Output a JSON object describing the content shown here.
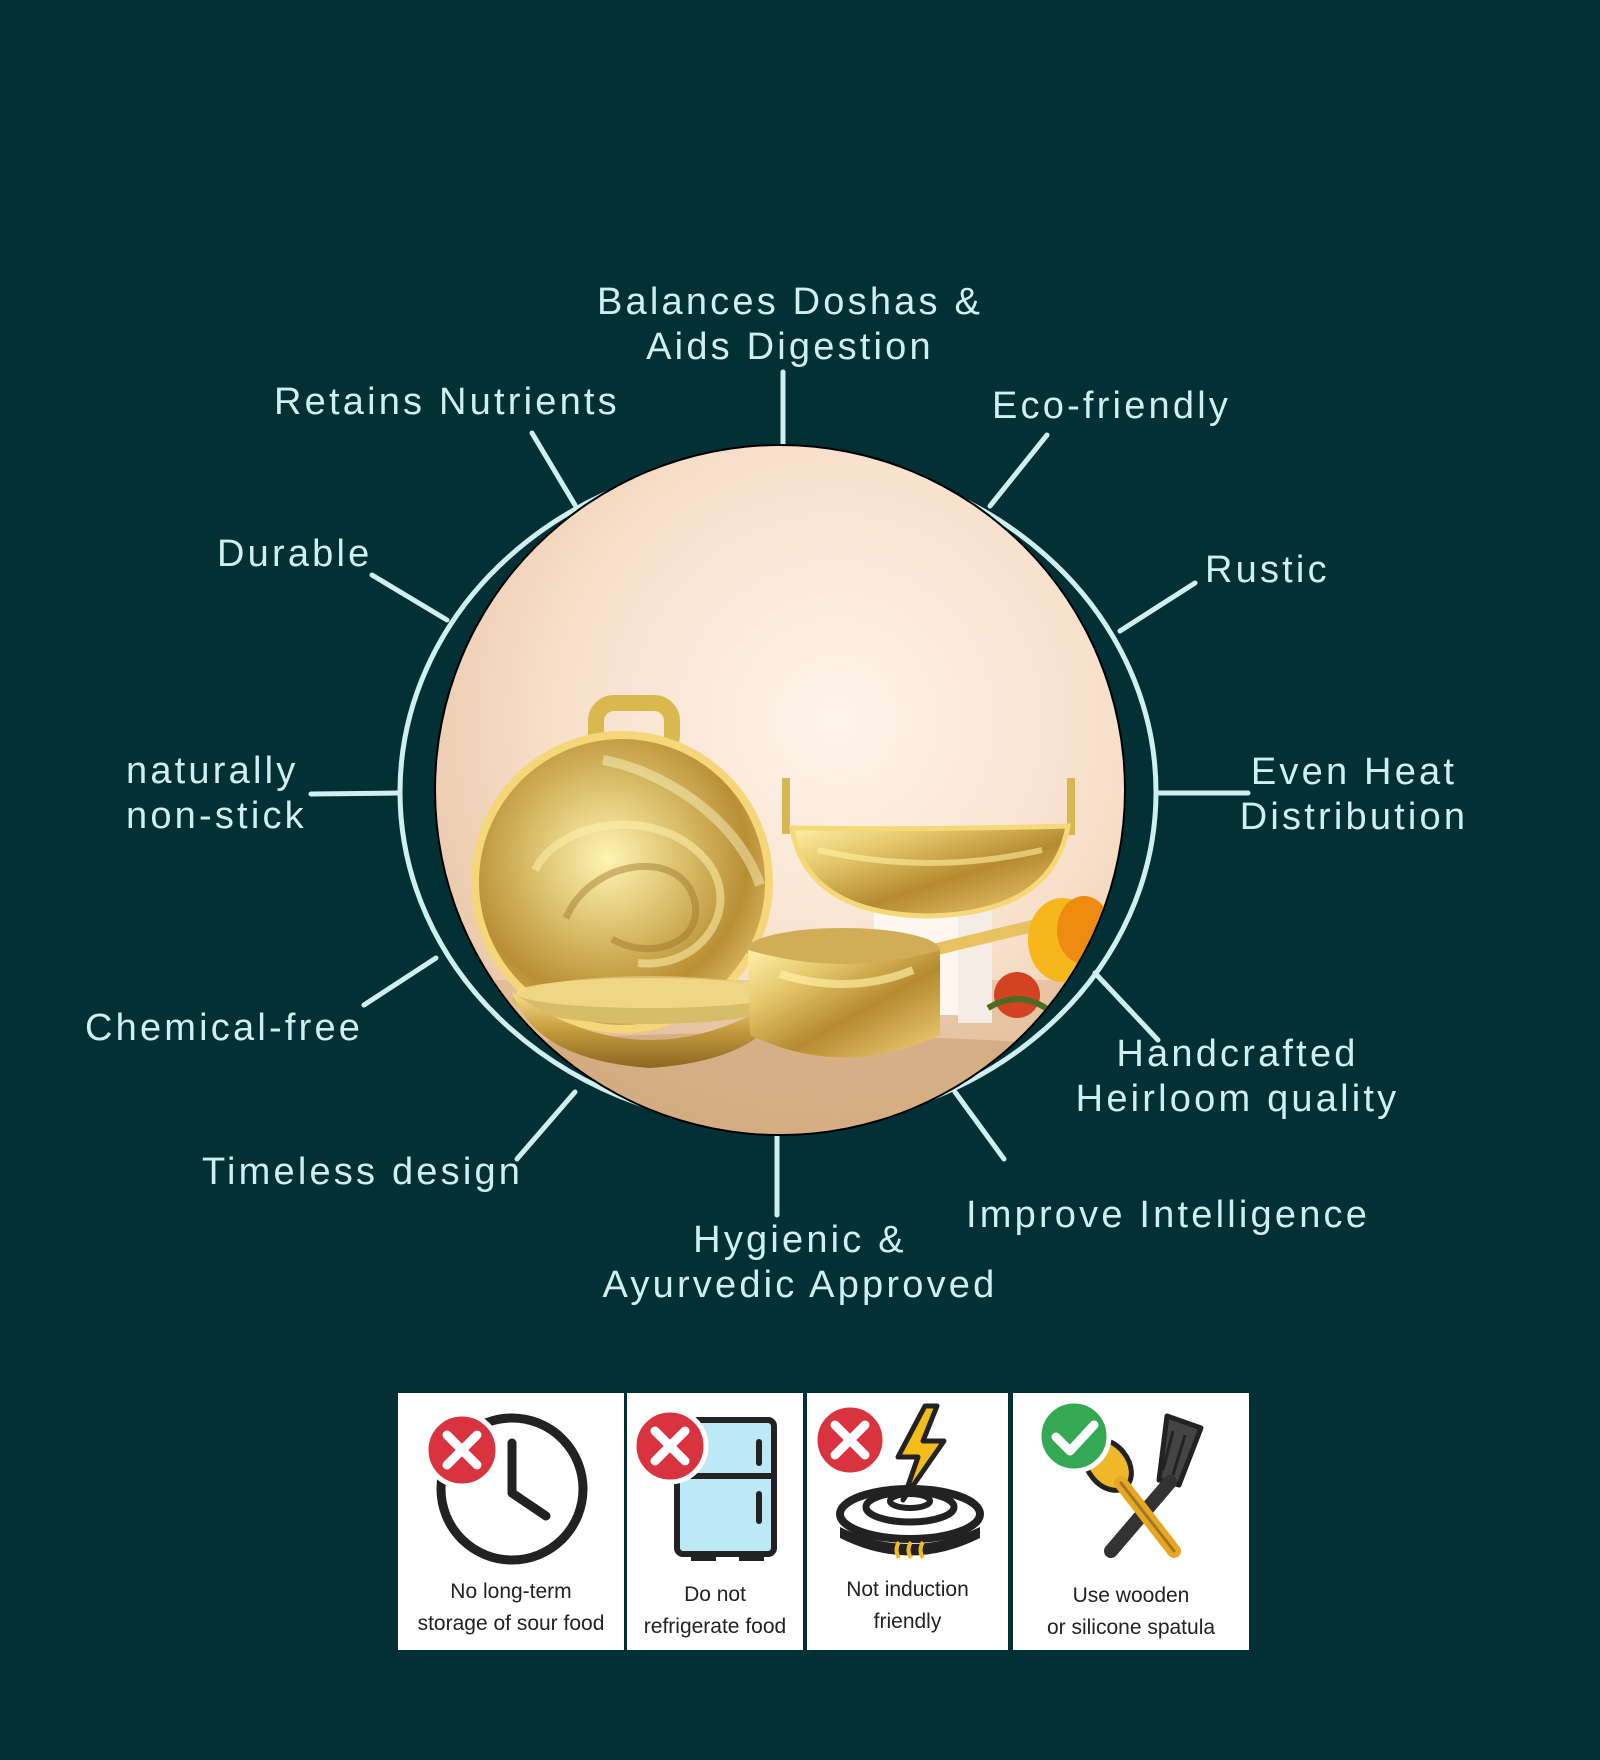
{
  "benefits": {
    "doshas": [
      "Balances Doshas &",
      "Aids Digestion"
    ],
    "nutrients": "Retains Nutrients",
    "eco": "Eco-friendly",
    "durable": "Durable",
    "rustic": "Rustic",
    "nonstick": [
      "naturally",
      "non-stick"
    ],
    "heat": [
      "Even Heat",
      "Distribution"
    ],
    "chemical": "Chemical-free",
    "handcrafted": [
      "Handcrafted",
      "Heirloom quality"
    ],
    "timeless": "Timeless design",
    "intelligence": "Improve Intelligence",
    "hygienic": [
      "Hygienic &",
      "Ayurvedic Approved"
    ]
  },
  "care": {
    "sour_storage": [
      "No long-term",
      "storage of sour food"
    ],
    "refrigerate": [
      "Do not",
      "refrigerate food"
    ],
    "induction": [
      "Not induction",
      "friendly"
    ],
    "spatula": [
      "Use wooden",
      "or silicone spatula"
    ]
  },
  "colors": {
    "background": "#033035",
    "ring": "#cfeff0",
    "warning": "#d9333f",
    "approval": "#34a853",
    "brass": "#c8a44a"
  },
  "icons": [
    "clock-icon",
    "refrigerator-icon",
    "induction-icon",
    "spatula-icon",
    "cross-icon",
    "check-icon"
  ]
}
